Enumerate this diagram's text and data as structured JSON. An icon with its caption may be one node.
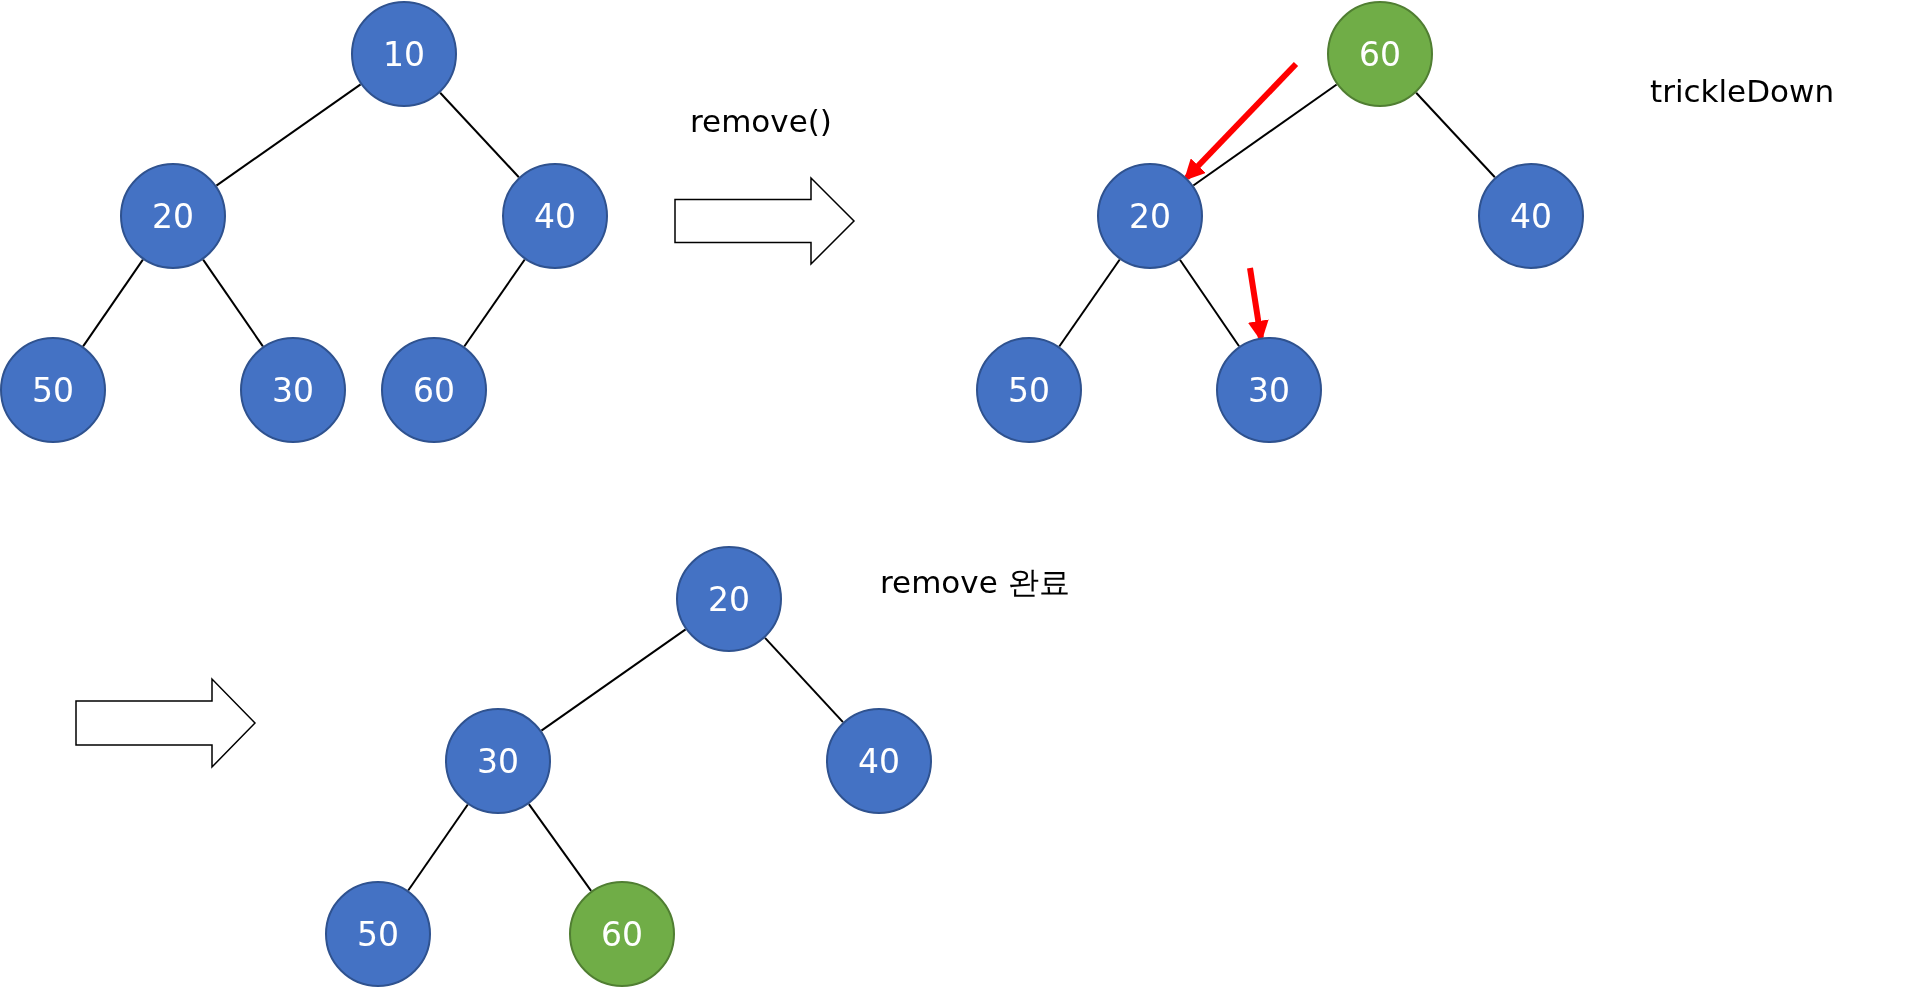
{
  "diagram": {
    "nodes": [
      {
        "text": [
          "10"
        ]
      },
      {
        "text": [
          "20"
        ]
      },
      {
        "text": [
          "40"
        ]
      },
      {
        "text": [
          "50"
        ]
      },
      {
        "text": [
          "30"
        ]
      },
      {
        "text": [
          "60"
        ]
      },
      {
        "text": [
          "60"
        ]
      },
      {
        "text": [
          "20"
        ]
      },
      {
        "text": [
          "40"
        ]
      },
      {
        "text": [
          "50"
        ]
      },
      {
        "text": [
          "30"
        ]
      },
      {
        "text": [
          "20"
        ]
      },
      {
        "text": [
          "30"
        ]
      },
      {
        "text": [
          "40"
        ]
      },
      {
        "text": [
          "50"
        ]
      },
      {
        "text": [
          "60"
        ]
      }
    ],
    "edges": [
      {
        "from": 0,
        "to": 1,
        "arrow": "none"
      },
      {
        "from": 0,
        "to": 2,
        "arrow": "none"
      },
      {
        "from": 1,
        "to": 3,
        "arrow": "none"
      },
      {
        "from": 1,
        "to": 4,
        "arrow": "none"
      },
      {
        "from": 2,
        "to": 5,
        "arrow": "none"
      },
      {
        "from": 6,
        "to": 7,
        "arrow": "none"
      },
      {
        "from": 6,
        "to": 8,
        "arrow": "none"
      },
      {
        "from": 7,
        "to": 9,
        "arrow": "none"
      },
      {
        "from": 7,
        "to": 10,
        "arrow": "none"
      },
      {
        "from": null,
        "to": 7,
        "arrow": "to",
        "style": "thick",
        "color": "#ff0000"
      },
      {
        "from": null,
        "to": 10,
        "arrow": "to",
        "style": "thick",
        "color": "#ff0000"
      },
      {
        "from": 11,
        "to": 12,
        "arrow": "none"
      },
      {
        "from": 11,
        "to": 13,
        "arrow": "none"
      },
      {
        "from": 12,
        "to": 14,
        "arrow": "none"
      },
      {
        "from": 12,
        "to": 15,
        "arrow": "none"
      }
    ],
    "labels": [
      "remove()",
      "trickleDown",
      "remove 완료"
    ]
  }
}
